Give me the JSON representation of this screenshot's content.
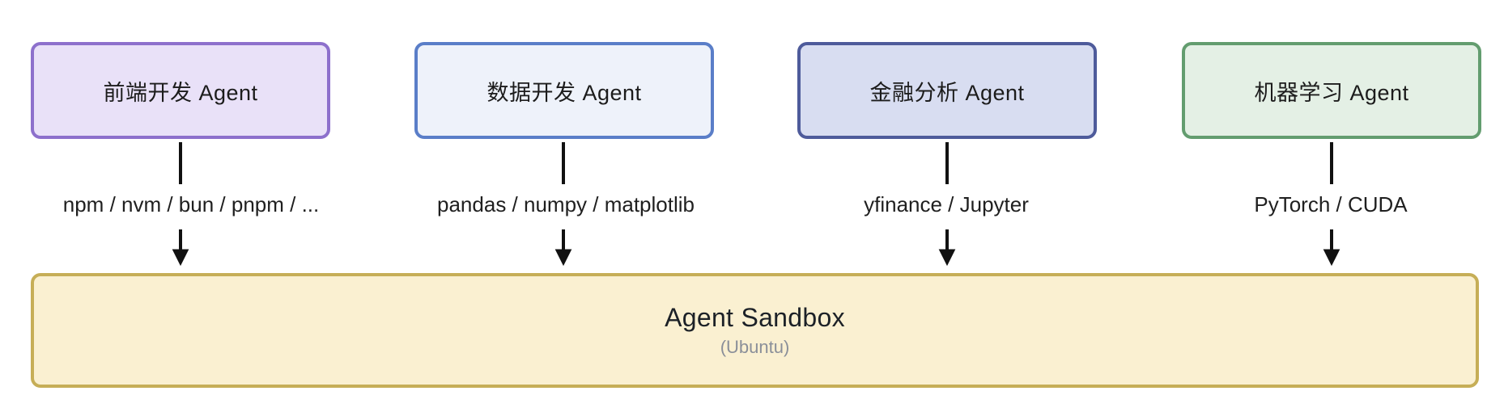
{
  "diagram": {
    "agents": [
      {
        "label": "前端开发 Agent",
        "tools": "npm / nvm / bun / pnpm / ...",
        "border_color": "#8d70cc",
        "fill_color": "#e9e1f8"
      },
      {
        "label": "数据开发 Agent",
        "tools": "pandas / numpy / matplotlib",
        "border_color": "#5a7ec8",
        "fill_color": "#eef2fa"
      },
      {
        "label": "金融分析 Agent",
        "tools": "yfinance / Jupyter",
        "border_color": "#4e5b9b",
        "fill_color": "#d8ddf1"
      },
      {
        "label": "机器学习 Agent",
        "tools": "PyTorch / CUDA",
        "border_color": "#639d6f",
        "fill_color": "#e4f0e5"
      }
    ],
    "sandbox": {
      "title": "Agent Sandbox",
      "subtitle": "(Ubuntu)",
      "border_color": "#c6ae57",
      "fill_color": "#faf0d1"
    },
    "colors": {
      "arrow": "#111111",
      "title_text": "#1c1c1c",
      "subtitle_text": "#8a8f99"
    }
  }
}
